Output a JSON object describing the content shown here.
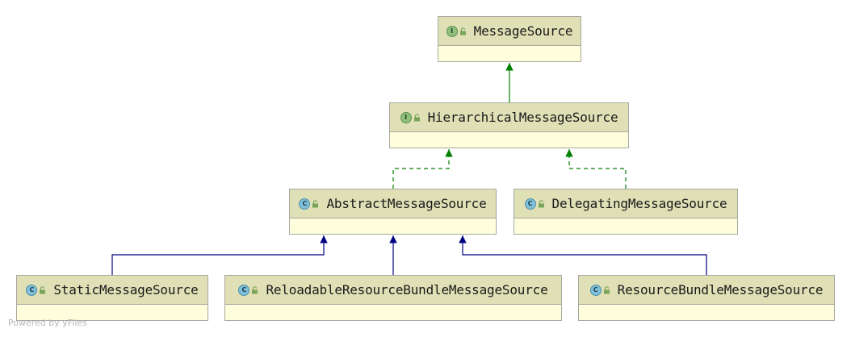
{
  "diagram": {
    "nodes": [
      {
        "id": "message-source",
        "kind": "interface",
        "badge": "I",
        "label": "MessageSource"
      },
      {
        "id": "hierarchical-message-source",
        "kind": "interface",
        "badge": "I",
        "label": "HierarchicalMessageSource"
      },
      {
        "id": "abstract-message-source",
        "kind": "class",
        "badge": "C",
        "label": "AbstractMessageSource"
      },
      {
        "id": "delegating-message-source",
        "kind": "class",
        "badge": "C",
        "label": "DelegatingMessageSource"
      },
      {
        "id": "static-message-source",
        "kind": "class",
        "badge": "C",
        "label": "StaticMessageSource"
      },
      {
        "id": "reloadable-resource-bundle-message-source",
        "kind": "class",
        "badge": "C",
        "label": "ReloadableResourceBundleMessageSource"
      },
      {
        "id": "resource-bundle-message-source",
        "kind": "class",
        "badge": "C",
        "label": "ResourceBundleMessageSource"
      }
    ],
    "edges": [
      {
        "from": "hierarchical-message-source",
        "to": "message-source",
        "type": "extends-interface",
        "color": "#008000"
      },
      {
        "from": "abstract-message-source",
        "to": "hierarchical-message-source",
        "type": "implements",
        "color": "#008000"
      },
      {
        "from": "delegating-message-source",
        "to": "hierarchical-message-source",
        "type": "implements",
        "color": "#008000"
      },
      {
        "from": "static-message-source",
        "to": "abstract-message-source",
        "type": "extends-class",
        "color": "#000080"
      },
      {
        "from": "reloadable-resource-bundle-message-source",
        "to": "abstract-message-source",
        "type": "extends-class",
        "color": "#000080"
      },
      {
        "from": "resource-bundle-message-source",
        "to": "abstract-message-source",
        "type": "extends-class",
        "color": "#000080"
      }
    ]
  },
  "footer": "Powered by yFiles"
}
